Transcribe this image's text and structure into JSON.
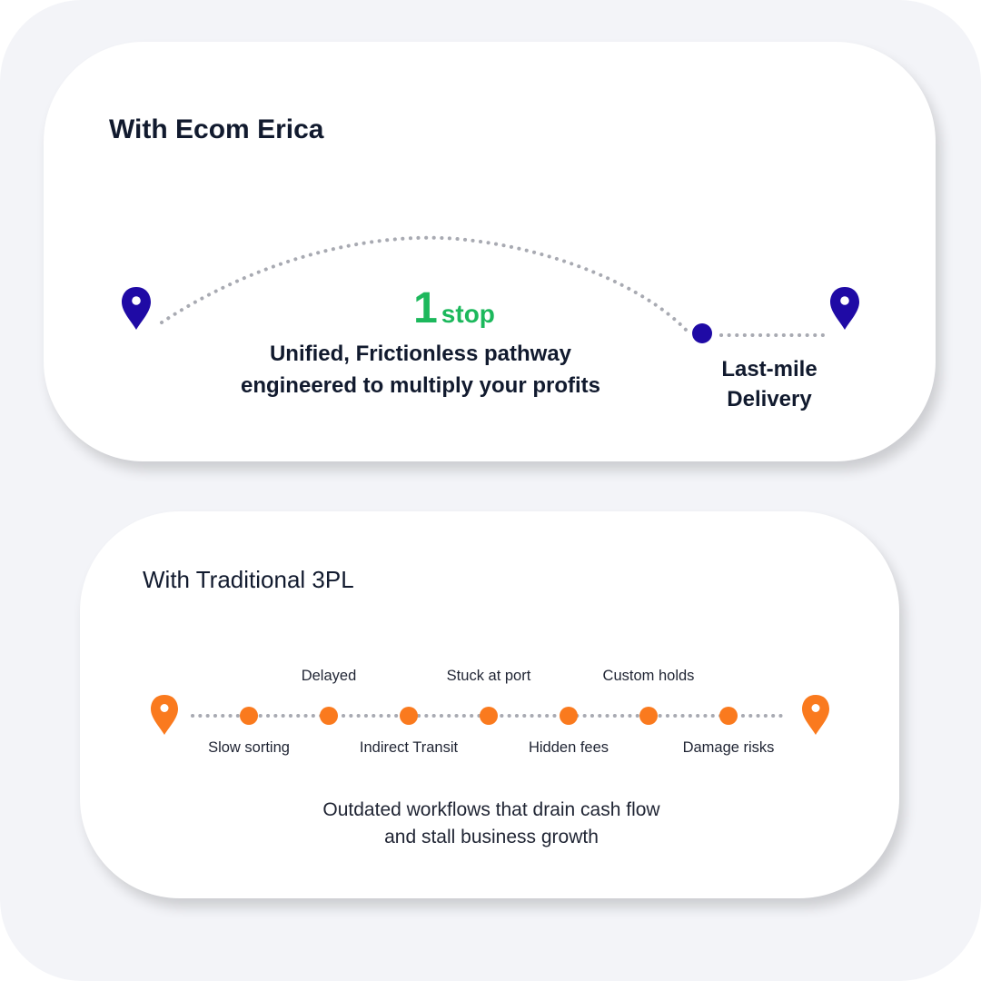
{
  "colors": {
    "brand_blue": "#1f0aa5",
    "accent_green": "#1cb85c",
    "warning_orange": "#fa7a1e",
    "dots_gray": "#a8aab2",
    "text_dark": "#111a2e"
  },
  "erica": {
    "title": "With Ecom Erica",
    "stop_number": "1",
    "stop_word": "stop",
    "description_line1": "Unified, Frictionless pathway",
    "description_line2": "engineered to multiply your profits",
    "endpoint_line1": "Last-mile",
    "endpoint_line2": "Delivery",
    "start_icon": "map-pin-icon",
    "end_icon": "map-pin-icon"
  },
  "traditional": {
    "title": "With Traditional 3PL",
    "steps": [
      {
        "label": "Slow sorting"
      },
      {
        "label": "Delayed"
      },
      {
        "label": "Indirect Transit"
      },
      {
        "label": "Stuck at port"
      },
      {
        "label": "Hidden fees"
      },
      {
        "label": "Custom holds"
      },
      {
        "label": "Damage risks"
      }
    ],
    "description_line1": "Outdated workflows that drain cash flow",
    "description_line2": "and stall business growth",
    "start_icon": "map-pin-icon",
    "end_icon": "map-pin-icon"
  }
}
